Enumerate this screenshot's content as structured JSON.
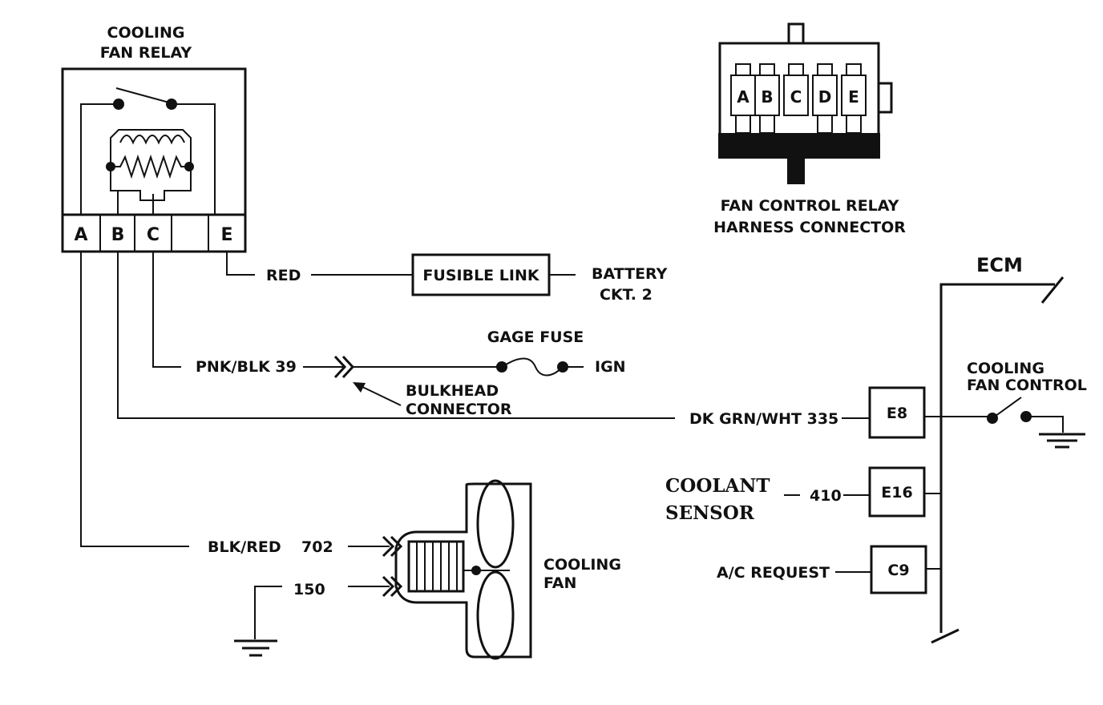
{
  "relay": {
    "title_line1": "COOLING",
    "title_line2": "FAN RELAY",
    "pins": [
      "A",
      "B",
      "C",
      "",
      "E"
    ]
  },
  "harness": {
    "pins": [
      "A",
      "B",
      "C",
      "D",
      "E"
    ],
    "title_line1": "FAN CONTROL RELAY",
    "title_line2": "HARNESS CONNECTOR"
  },
  "wires": {
    "red": "RED",
    "fusible_link": "FUSIBLE LINK",
    "battery_line1": "BATTERY",
    "battery_line2": "CKT. 2",
    "pnk_blk": "PNK/BLK 39",
    "gage_fuse": "GAGE FUSE",
    "ign": "IGN",
    "bulkhead_line1": "BULKHEAD",
    "bulkhead_line2": "CONNECTOR",
    "dk_grn_wht": "DK GRN/WHT 335",
    "blk_red": "BLK/RED",
    "blk_red_num": "702",
    "ground_num": "150"
  },
  "fan": {
    "label_line1": "COOLING",
    "label_line2": "FAN"
  },
  "ecm": {
    "title": "ECM",
    "fan_control_line1": "COOLING",
    "fan_control_line2": "FAN CONTROL",
    "pins": [
      "E8",
      "E16",
      "C9"
    ],
    "coolant_line1": "COOLANT",
    "coolant_line2": "SENSOR",
    "coolant_num": "410",
    "ac_request": "A/C REQUEST"
  }
}
